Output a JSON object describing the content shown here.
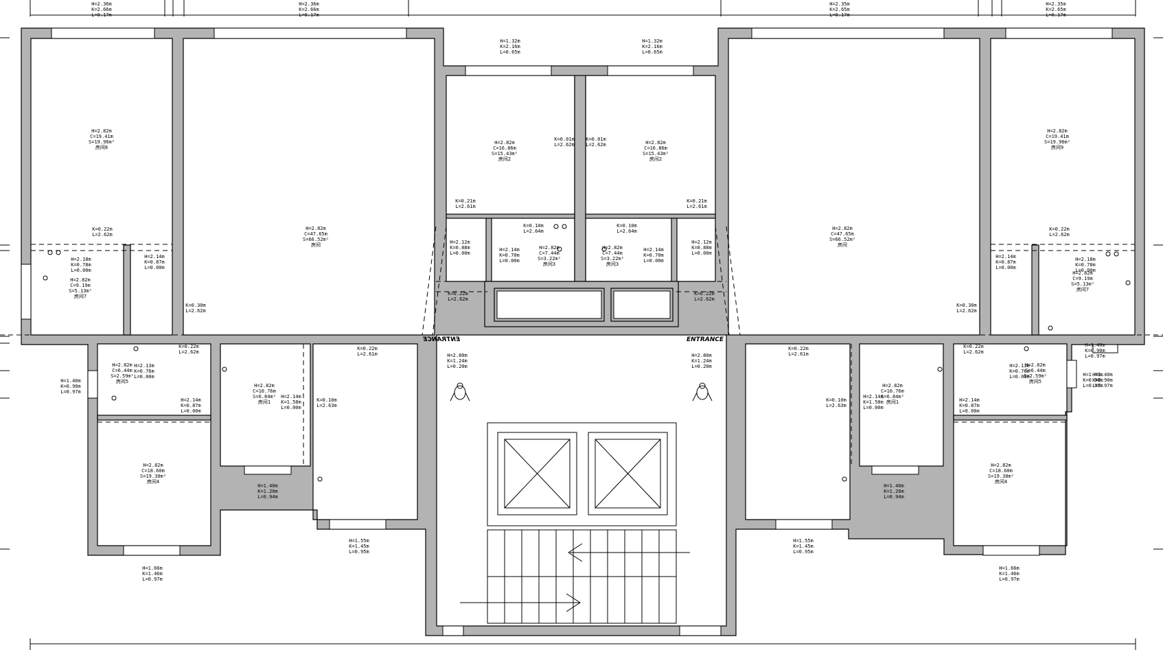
{
  "dims_top": [
    [
      "H=2.36m",
      "K=2.66m",
      "L=0.17m"
    ],
    [
      "H=2.36m",
      "K=2.66m",
      "L=0.17m"
    ],
    [
      "H=2.35m",
      "K=2.65m",
      "L=0.17m"
    ],
    [
      "H=2.35m",
      "K=2.65m",
      "L=0.17m"
    ]
  ],
  "rooms": [
    [
      "H=2.82m",
      "C=19.41m",
      "S=19.96m²",
      "房间8"
    ],
    [
      "H=2.82m",
      "C=47.65m",
      "S=66.52m²",
      "房间"
    ],
    [
      "H=2.82m",
      "C=16.86m",
      "S=15.43m²",
      "房间2"
    ],
    [
      "H=2.82m",
      "C=16.86m",
      "S=15.43m²",
      "房间2"
    ],
    [
      "H=2.82m",
      "C=47.65m",
      "S=66.52m²",
      "房间"
    ],
    [
      "H=2.82m",
      "C=19.41m",
      "S=19.96m²",
      "房间9"
    ],
    [
      "H=2.82m",
      "C=7.44m",
      "S=3.22m²",
      "房间3"
    ],
    [
      "H=2.82m",
      "C=7.44m",
      "S=3.22m²",
      "房间3"
    ],
    [
      "H=2.82m",
      "C=9.19m",
      "S=5.13m²",
      "房间7"
    ],
    [
      "H=2.82m",
      "C=9.19m",
      "S=5.13m²",
      "房间7"
    ],
    [
      "H=2.82m",
      "C=6.44m",
      "S=2.59m²",
      "房间5"
    ],
    [
      "H=2.82m",
      "C=6.44m",
      "S=2.59m²",
      "房间5"
    ],
    [
      "H=2.82m",
      "C=10.76m",
      "S=6.84m²",
      "房间1"
    ],
    [
      "H=2.82m",
      "C=10.76m",
      "S=6.84m²",
      "房间1"
    ],
    [
      "H=2.82m",
      "C=18.60m",
      "S=19.30m²",
      "房间4"
    ],
    [
      "H=2.82m",
      "C=18.60m",
      "S=19.30m²",
      "房间4"
    ]
  ],
  "openings": [
    [
      "H=1.32m",
      "K=2.16m",
      "L=0.65m"
    ],
    [
      "H=1.32m",
      "K=2.16m",
      "L=0.65m"
    ],
    [
      "K=0.01m",
      "L=2.62m"
    ],
    [
      "K=0.01m",
      "L=2.62m"
    ],
    [
      "K=0.21m",
      "L=2.61m"
    ],
    [
      "K=0.21m",
      "L=2.61m"
    ],
    [
      "K=0.10m",
      "L=2.64m"
    ],
    [
      "K=0.10m",
      "L=2.64m"
    ],
    [
      "K=0.22m",
      "L=2.62m"
    ],
    [
      "K=0.22m",
      "L=2.62m"
    ],
    [
      "H=2.12m",
      "K=0.88m",
      "L=0.00m"
    ],
    [
      "H=2.12m",
      "K=0.88m",
      "L=0.00m"
    ],
    [
      "H=2.14m",
      "K=0.70m",
      "L=0.00m"
    ],
    [
      "H=2.14m",
      "K=0.70m",
      "L=0.00m"
    ],
    [
      "H=2.18m",
      "K=0.78m",
      "L=0.00m"
    ],
    [
      "H=2.14m",
      "K=0.87m",
      "L=0.00m"
    ],
    [
      "H=2.14m",
      "K=0.87m",
      "L=0.00m"
    ],
    [
      "H=2.18m",
      "K=0.78m",
      "L=0.00m"
    ],
    [
      "K=0.30m",
      "L=2.62m"
    ],
    [
      "K=0.30m",
      "L=2.62m"
    ],
    [
      "K=0.22m",
      "L=2.62m"
    ],
    [
      "K=0.22m",
      "L=2.62m"
    ],
    [
      "K=0.22m",
      "L=2.61m"
    ],
    [
      "K=0.22m",
      "L=2.61m"
    ],
    [
      "K=0.22m",
      "L=2.62m"
    ],
    [
      "K=0.22m",
      "L=2.62m"
    ],
    [
      "H=2.13m",
      "K=0.76m",
      "L=0.00m"
    ],
    [
      "H=2.13m",
      "K=0.76m",
      "L=0.00m"
    ],
    [
      "H=2.14m",
      "K=0.87m",
      "L=0.00m"
    ],
    [
      "H=2.14m",
      "K=0.87m",
      "L=0.00m"
    ],
    [
      "H=2.14m",
      "K=1.58m",
      "L=0.00m"
    ],
    [
      "H=2.14m",
      "K=1.58m",
      "L=0.00m"
    ],
    [
      "K=0.10m",
      "L=2.63m"
    ],
    [
      "K=0.10m",
      "L=2.63m"
    ],
    [
      "H=2.80m",
      "K=1.24m",
      "L=0.20m"
    ],
    [
      "H=2.80m",
      "K=1.24m",
      "L=0.20m"
    ],
    [
      "H=1.40m",
      "K=0.90m",
      "L=0.97m"
    ],
    [
      "H=1.40m",
      "K=0.90m",
      "L=0.97m"
    ],
    [
      "H=1.40m",
      "K=0.90m",
      "L=0.97m"
    ],
    [
      "H=1.40m",
      "K=0.90m",
      "L=0.97m"
    ],
    [
      "H=1.40m",
      "K=1.20m",
      "L=0.94m"
    ],
    [
      "H=1.40m",
      "K=1.20m",
      "L=0.94m"
    ],
    [
      "H=1.55m",
      "K=1.45m",
      "L=0.95m"
    ],
    [
      "H=1.55m",
      "K=1.45m",
      "L=0.95m"
    ],
    [
      "H=1.66m",
      "K=1.46m",
      "L=0.97m"
    ],
    [
      "H=1.66m",
      "K=1.46m",
      "L=0.97m"
    ]
  ],
  "entrance_left": "ENTRANCE",
  "entrance_right": "ENTRANCE"
}
